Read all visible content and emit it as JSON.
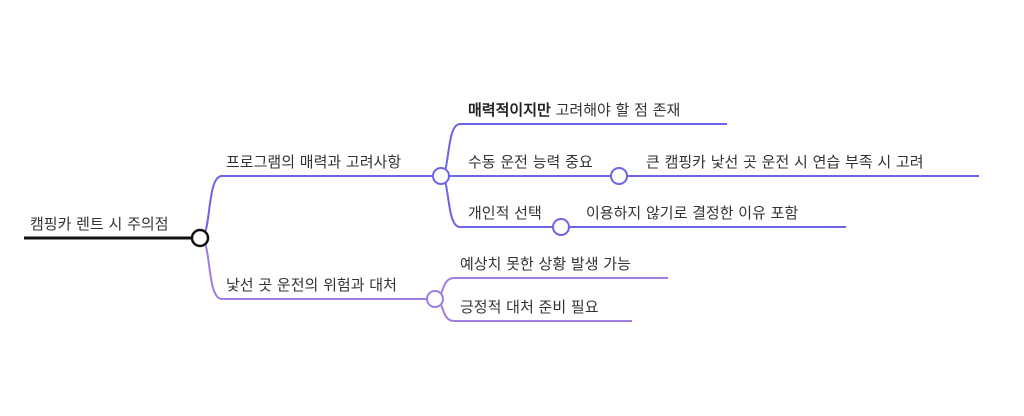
{
  "mindmap": {
    "root": {
      "label": "캠핑카 렌트 시 주의점"
    },
    "branch1": {
      "label": "프로그램의 매력과 고려사항",
      "children": [
        {
          "bold": "매력적이지만",
          "label": "고려해야 할 점 존재"
        },
        {
          "label": "수동 운전 능력 중요",
          "child": "큰 캠핑카 낯선 곳 운전 시 연습 부족 시 고려"
        },
        {
          "label": "개인적 선택",
          "child": "이용하지 않기로 결정한 이유 포함"
        }
      ]
    },
    "branch2": {
      "label": "낯선 곳 운전의 위험과 대처",
      "children": [
        {
          "label": "예상치 못한 상황 발생 가능"
        },
        {
          "label": "긍정적 대처 준비 필요"
        }
      ]
    }
  },
  "colors": {
    "root_line": "#111111",
    "branch1": "#6b63e8",
    "branch2": "#a07de0"
  }
}
